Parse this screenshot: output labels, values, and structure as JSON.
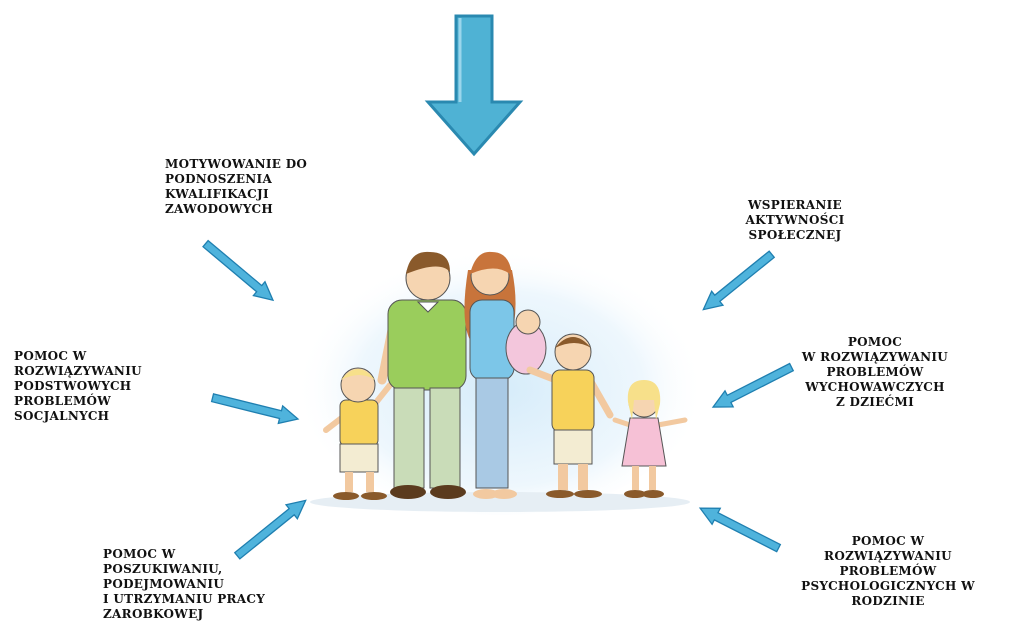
{
  "colors": {
    "arrow_fill": "#4fb3dc",
    "arrow_stroke": "#1f7fb0",
    "top_arrow_fill": "#4fb2d4",
    "top_arrow_stroke": "#2a89b0"
  },
  "illustration": {
    "icon": "family-illustration"
  },
  "labels": {
    "kwalifikacje": [
      "MOTYWOWANIE  DO",
      "PODNOSZENIA",
      "KWALIFIKACJI",
      "ZAWODOWYCH"
    ],
    "aktywnosc": [
      "WSPIERANIE",
      "AKTYWNOŚCI",
      "SPOŁECZNEJ"
    ],
    "socjalne": [
      "POMOC W",
      "ROZWIĄZYWANIU",
      "PODSTWOWYCH",
      "PROBLEMÓW",
      "SOCJALNYCH"
    ],
    "wychowawcze": [
      "POMOC",
      "W ROZWIĄZYWANIU",
      "PROBLEMÓW",
      "WYCHOWAWCZYCH",
      "Z DZIEĆMI"
    ],
    "praca": [
      "POMOC W",
      "POSZUKIWANIU,",
      "PODEJMOWANIU",
      "I UTRZYMANIU  PRACY",
      "ZAROBKOWEJ"
    ],
    "psychologiczne": [
      "POMOC W",
      "ROZWIĄZYWANIU",
      "PROBLEMÓW",
      "PSYCHOLOGICZNYCH W",
      "RODZINIE"
    ]
  }
}
